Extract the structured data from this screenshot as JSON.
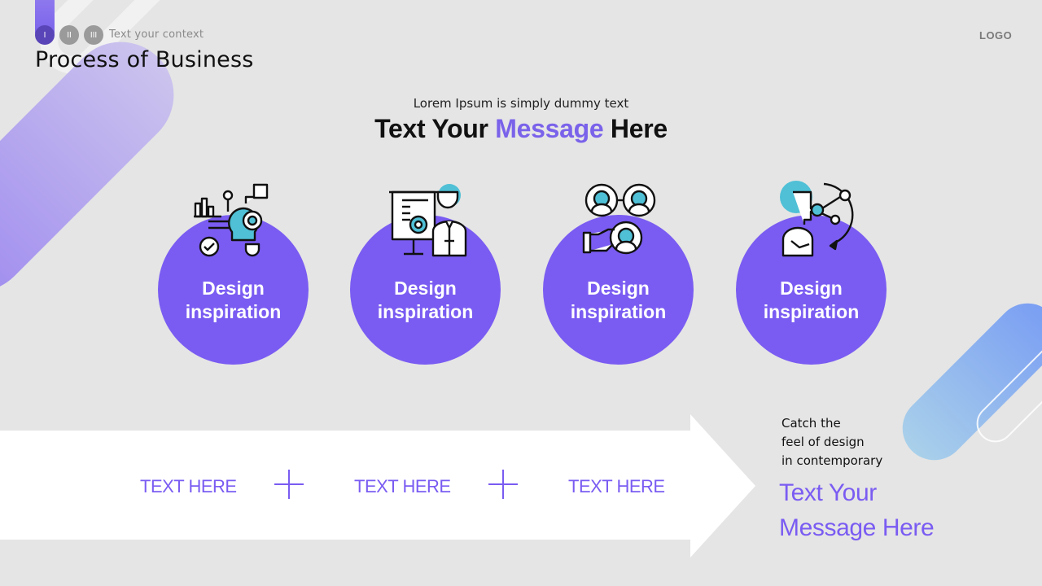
{
  "header": {
    "steps": [
      "I",
      "II",
      "III"
    ],
    "context": "Text your context",
    "title": "Process of Business",
    "logo": "LOGO"
  },
  "intro": {
    "subtitle": "Lorem Ipsum is simply dummy text",
    "headline_before": "Text Your ",
    "headline_accent": "Message",
    "headline_after": " Here"
  },
  "cards": [
    {
      "label": "Design\ninspiration",
      "icon": "idea-gear-icon"
    },
    {
      "label": "Design\ninspiration",
      "icon": "presentation-person-icon"
    },
    {
      "label": "Design\ninspiration",
      "icon": "team-handshake-icon"
    },
    {
      "label": "Design\ninspiration",
      "icon": "thinking-network-icon"
    }
  ],
  "process": {
    "steps": [
      "TEXT HERE",
      "TEXT HERE",
      "TEXT HERE"
    ]
  },
  "side": {
    "caption": "Catch the\nfeel of design\nin contemporary",
    "headline": "Text Your\nMessage Here"
  },
  "colors": {
    "accent": "#7a5cf2",
    "icon_accent": "#4fc0d6",
    "background": "#e5e5e5"
  }
}
